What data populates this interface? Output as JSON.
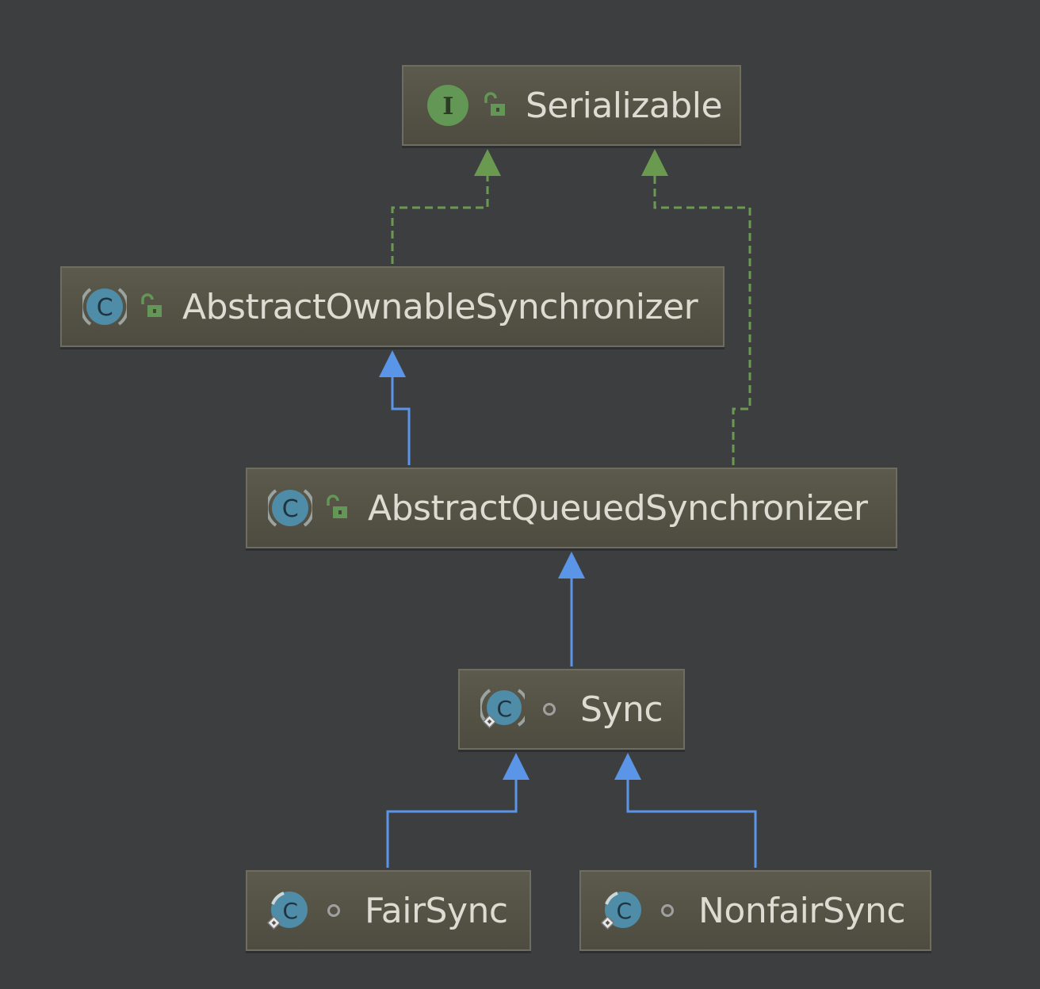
{
  "diagram": {
    "type": "class-hierarchy",
    "colors": {
      "background": "#3d3e40",
      "node_fill": "#56554a",
      "node_border": "#6f6d60",
      "node_text": "#dcdcd2",
      "extends_edge": "#5b95e8",
      "implements_edge": "#6a9a50",
      "class_icon": "#4e8ca7",
      "interface_icon": "#629755",
      "public_icon": "#629755",
      "package_icon": "#a0a0a0"
    },
    "nodes": [
      {
        "id": "serializable",
        "label": "Serializable",
        "kind": "interface",
        "kind_icon": "interface-icon",
        "visibility": "public",
        "visibility_icon": "unlocked-icon"
      },
      {
        "id": "aos",
        "label": "AbstractOwnableSynchronizer",
        "kind": "abstract-class",
        "kind_icon": "abstract-class-icon",
        "visibility": "public",
        "visibility_icon": "unlocked-icon"
      },
      {
        "id": "aqs",
        "label": "AbstractQueuedSynchronizer",
        "kind": "abstract-class",
        "kind_icon": "abstract-class-icon",
        "visibility": "public",
        "visibility_icon": "unlocked-icon"
      },
      {
        "id": "sync",
        "label": "Sync",
        "kind": "static-abstract-class",
        "kind_icon": "static-abstract-class-icon",
        "visibility": "package-private",
        "visibility_icon": "package-private-icon"
      },
      {
        "id": "fairsync",
        "label": "FairSync",
        "kind": "static-class",
        "kind_icon": "static-class-icon",
        "visibility": "package-private",
        "visibility_icon": "package-private-icon"
      },
      {
        "id": "nonfairsync",
        "label": "NonfairSync",
        "kind": "static-class",
        "kind_icon": "static-class-icon",
        "visibility": "package-private",
        "visibility_icon": "package-private-icon"
      }
    ],
    "edges": [
      {
        "from": "aos",
        "to": "serializable",
        "relation": "implements",
        "style": "dashed"
      },
      {
        "from": "aqs",
        "to": "serializable",
        "relation": "implements",
        "style": "dashed"
      },
      {
        "from": "aqs",
        "to": "aos",
        "relation": "extends",
        "style": "solid"
      },
      {
        "from": "sync",
        "to": "aqs",
        "relation": "extends",
        "style": "solid"
      },
      {
        "from": "fairsync",
        "to": "sync",
        "relation": "extends",
        "style": "solid"
      },
      {
        "from": "nonfairsync",
        "to": "sync",
        "relation": "extends",
        "style": "solid"
      }
    ]
  }
}
